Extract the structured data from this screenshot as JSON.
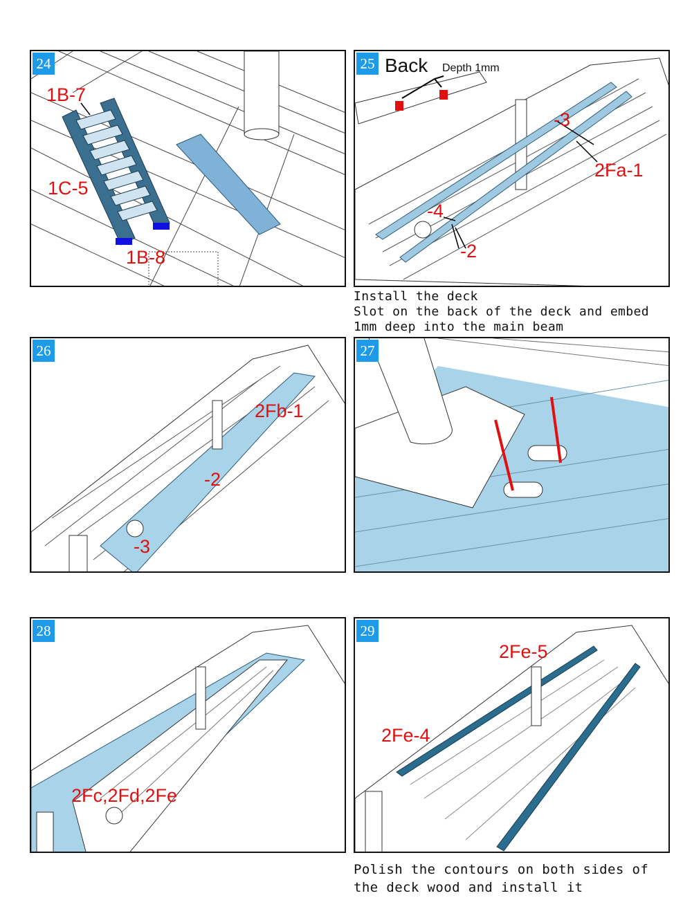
{
  "steps": [
    {
      "number": "24",
      "labels": [
        "1B-7",
        "1C-5",
        "1B-8"
      ]
    },
    {
      "number": "25",
      "title": "Back",
      "depth_label": "Depth 1mm",
      "labels": [
        "-3",
        "2Fa-1",
        "-4",
        "-2"
      ]
    },
    {
      "number": "26",
      "labels": [
        "2Fb-1",
        "-2",
        "-3"
      ]
    },
    {
      "number": "27"
    },
    {
      "number": "28",
      "labels": [
        "2Fc,2Fd,2Fe"
      ]
    },
    {
      "number": "29",
      "labels": [
        "2Fe-5",
        "2Fe-4"
      ]
    }
  ],
  "notes": {
    "step25": [
      "Install the deck",
      "Slot on the back of the deck and embed",
      "1mm deep into the main beam"
    ],
    "step29": [
      "Polish the contours on both sides of",
      "the deck wood and install it"
    ]
  },
  "colors": {
    "badge": "#1e9be8",
    "label": "#e01010",
    "deck_light": "#a9d3e8",
    "deck_dark": "#2a6d8e",
    "ladder": "#3a6f8f"
  }
}
